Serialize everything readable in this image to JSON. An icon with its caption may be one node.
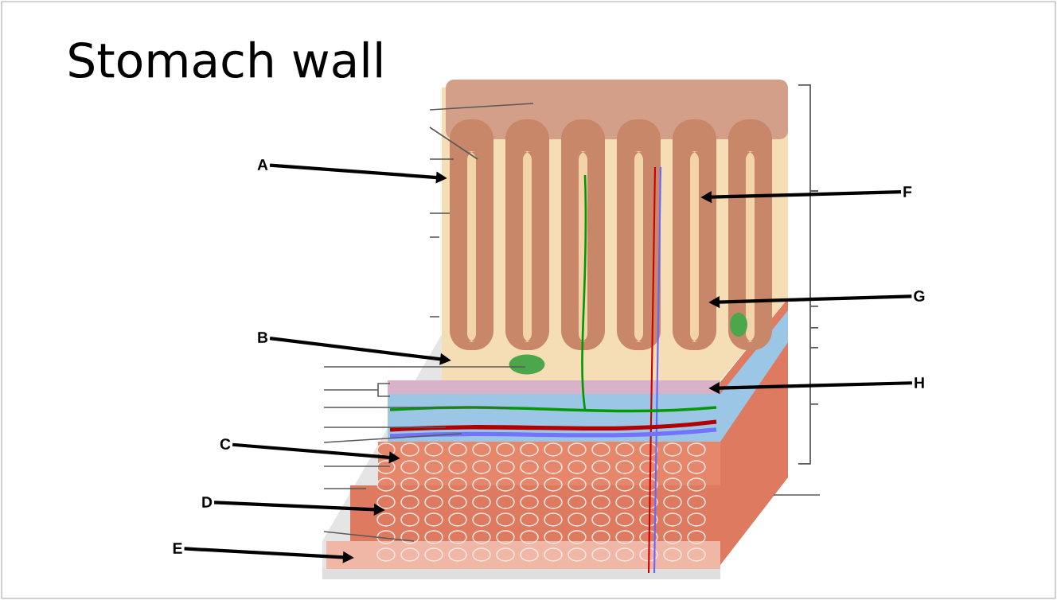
{
  "diagram": {
    "title": "Stomach wall",
    "nodes": [
      {
        "text": [
          "A"
        ]
      },
      {
        "text": [
          "B"
        ]
      },
      {
        "text": [
          "C"
        ]
      },
      {
        "text": [
          "D"
        ]
      },
      {
        "text": [
          "E"
        ]
      },
      {
        "text": [
          "F"
        ]
      },
      {
        "text": [
          "G"
        ]
      },
      {
        "text": [
          "H"
        ]
      }
    ],
    "edges": [
      {
        "from": 0,
        "to": null,
        "arrow": "to"
      },
      {
        "from": 1,
        "to": null,
        "arrow": "to"
      },
      {
        "from": 2,
        "to": null,
        "arrow": "to"
      },
      {
        "from": 3,
        "to": null,
        "arrow": "to"
      },
      {
        "from": 4,
        "to": null,
        "arrow": "to"
      },
      {
        "from": 5,
        "to": null,
        "arrow": "to"
      },
      {
        "from": 6,
        "to": null,
        "arrow": "to"
      },
      {
        "from": 7,
        "to": null,
        "arrow": "to"
      }
    ]
  }
}
